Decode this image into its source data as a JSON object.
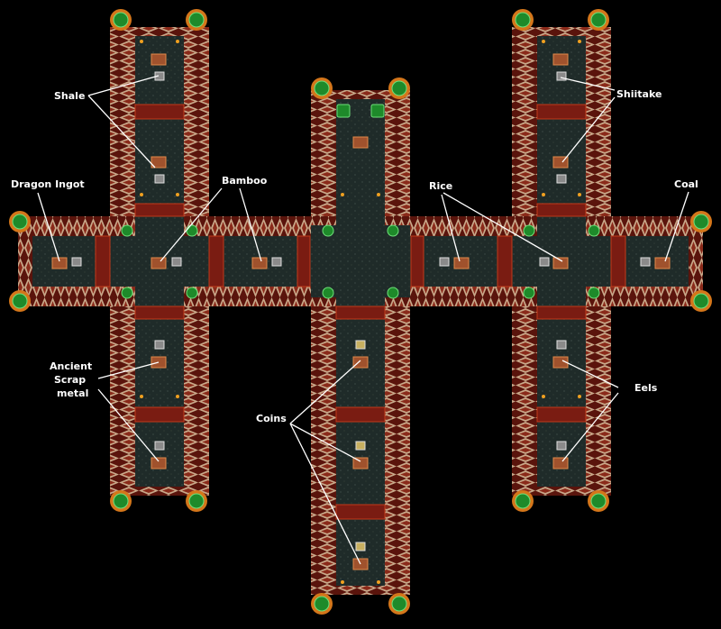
{
  "map": {
    "labels": {
      "shale": "Shale",
      "dragon_ingot": "Dragon Ingot",
      "bamboo": "Bamboo",
      "ancient_1": "Ancient",
      "ancient_2": "Scrap",
      "ancient_3": "metal",
      "coins": "Coins",
      "rice": "Rice",
      "shiitake": "Shiitake",
      "coal": "Coal",
      "eels": "Eels"
    }
  },
  "colors": {
    "background": "#000000",
    "floor": "#1f2b29",
    "wall": "#7a1c12",
    "pillar": "#c9a98a",
    "orb": "#1e8a2a",
    "chest": "#a0522d",
    "label": "#ffffff"
  }
}
